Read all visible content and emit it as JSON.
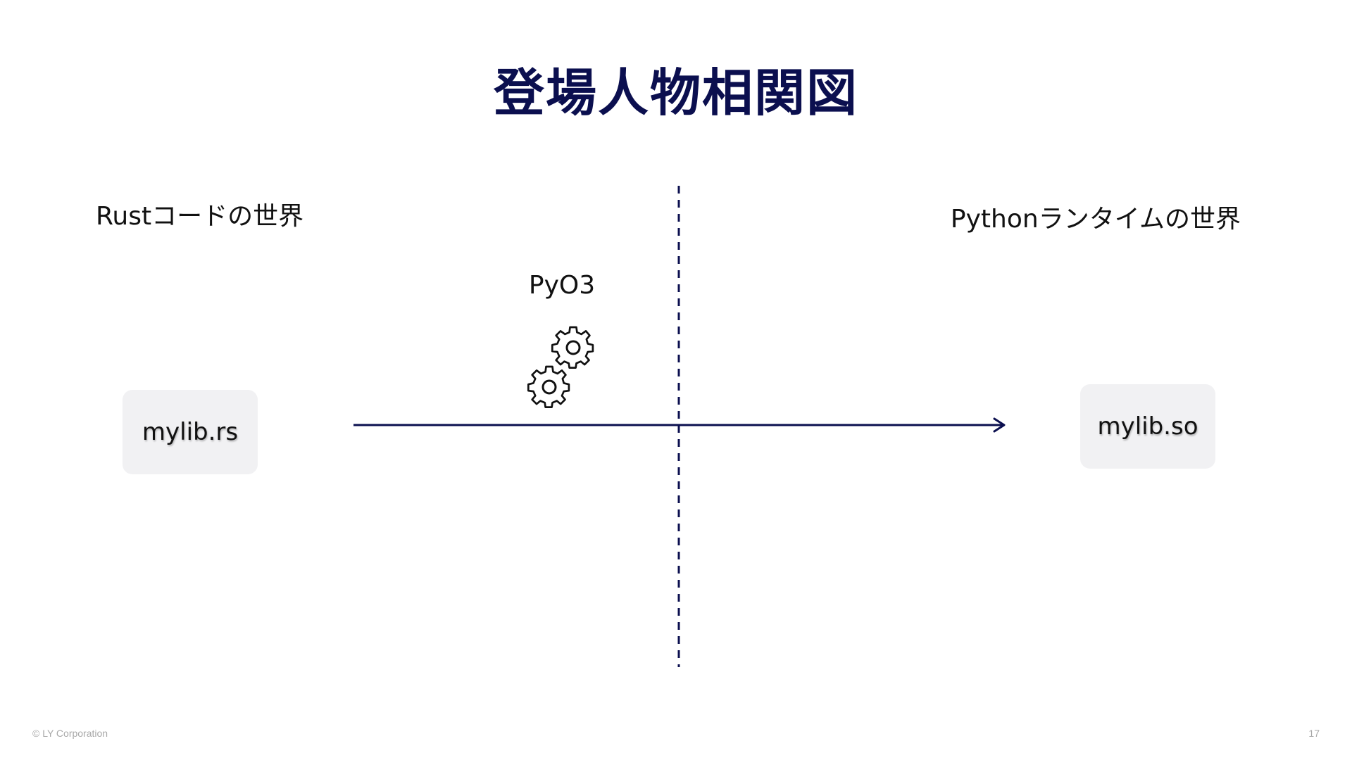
{
  "slide": {
    "title": "登場人物相関図",
    "rust_world_label": "Rustコードの世界",
    "python_world_label": "Pythonランタイムの世界",
    "bridge_label": "PyO3",
    "source_file": "mylib.rs",
    "output_file": "mylib.so",
    "copyright": "© LY Corporation",
    "page_number": "17"
  },
  "icons": {
    "bridge": "gears-icon"
  },
  "colors": {
    "title": "#0b0f4f",
    "arrow": "#0b0f4f",
    "divider": "#0b0f4f",
    "file_box_bg": "#f1f1f3",
    "footer_text": "#a8a8a8"
  }
}
